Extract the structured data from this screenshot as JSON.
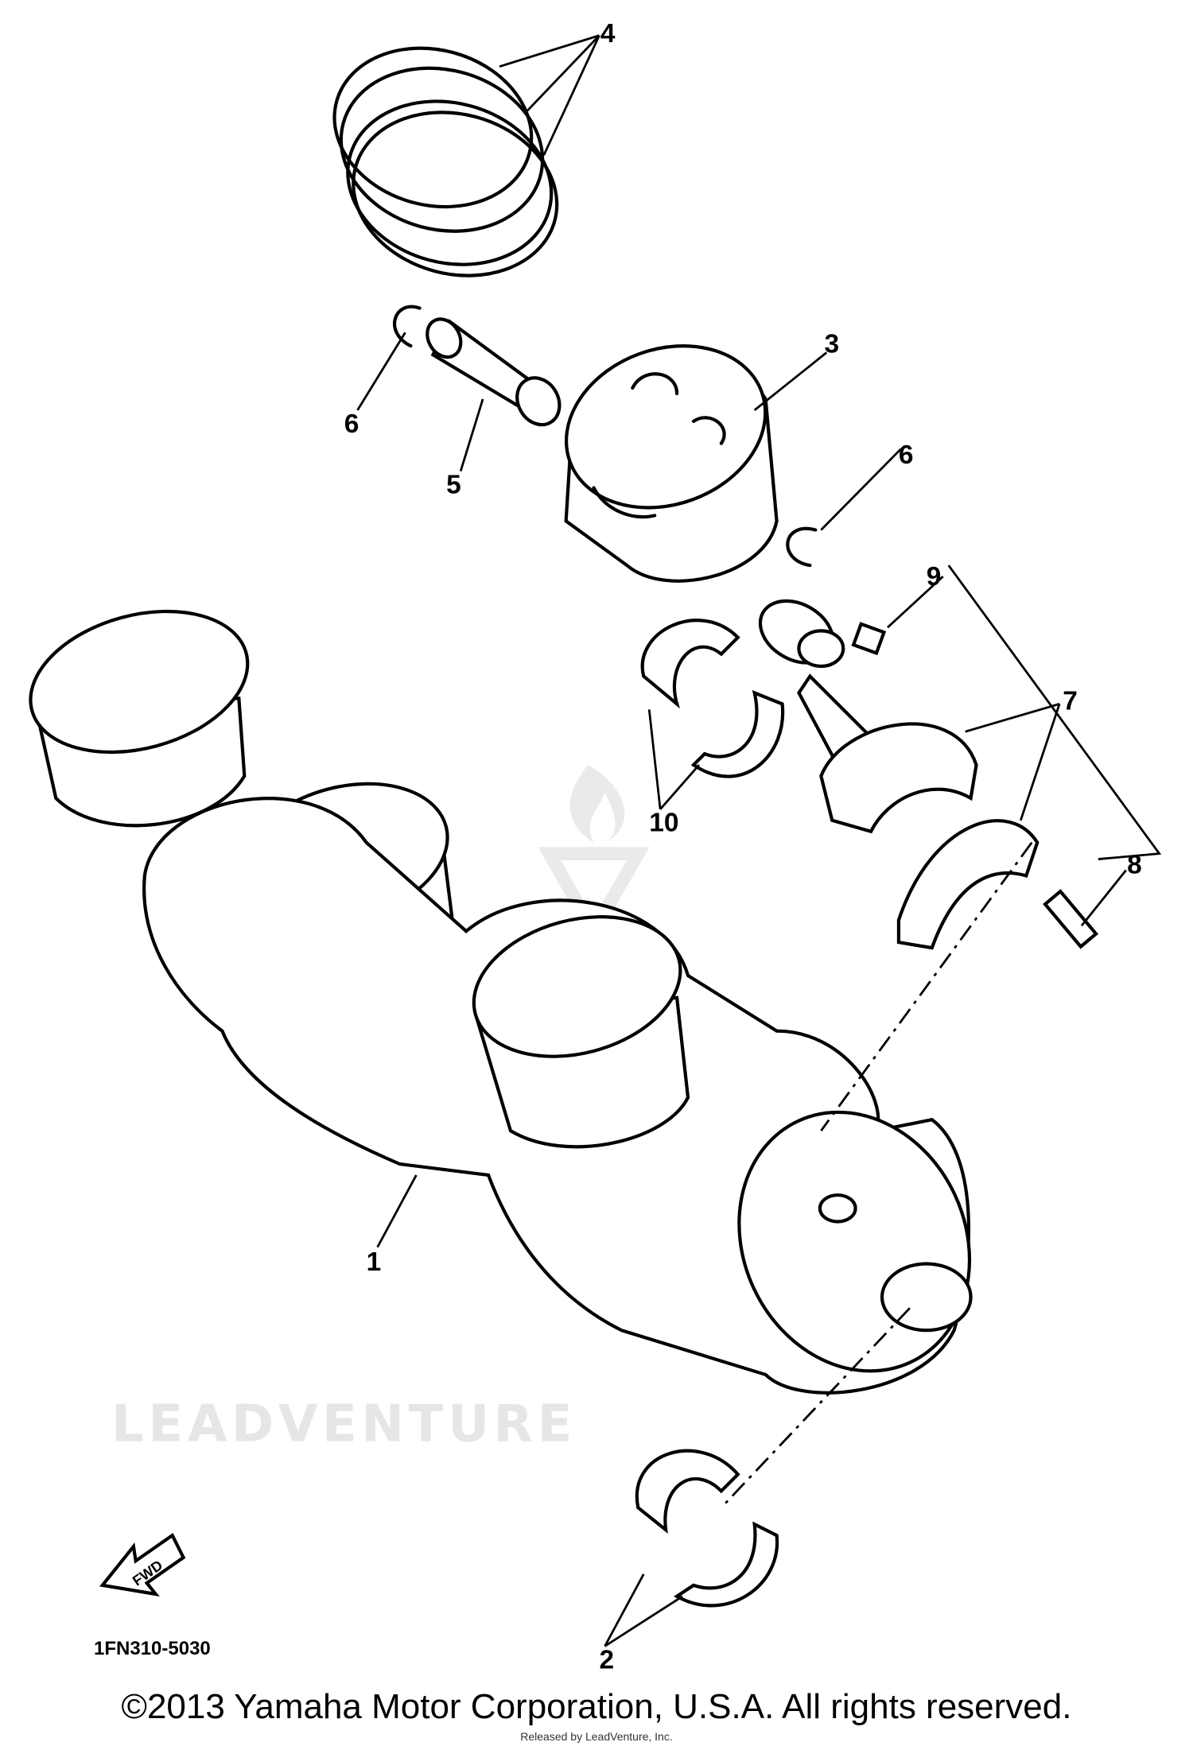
{
  "diagram": {
    "callouts": [
      {
        "id": "ring-set",
        "label": "4"
      },
      {
        "id": "piston",
        "label": "3"
      },
      {
        "id": "clip-left",
        "label": "6"
      },
      {
        "id": "piston-pin",
        "label": "5"
      },
      {
        "id": "clip-right",
        "label": "6"
      },
      {
        "id": "nut",
        "label": "9"
      },
      {
        "id": "connecting-rod",
        "label": "7"
      },
      {
        "id": "conrod-bearings",
        "label": "10"
      },
      {
        "id": "bolt",
        "label": "8"
      },
      {
        "id": "crankshaft",
        "label": "1"
      },
      {
        "id": "main-bearings",
        "label": "2"
      }
    ],
    "fwd_label": "FWD",
    "diagram_code": "1FN310-5030",
    "watermark": "LEADVENTURE",
    "release_text": "Released by LeadVenture, Inc.",
    "copyright": "©2013 Yamaha Motor Corporation, U.S.A. All rights reserved."
  }
}
